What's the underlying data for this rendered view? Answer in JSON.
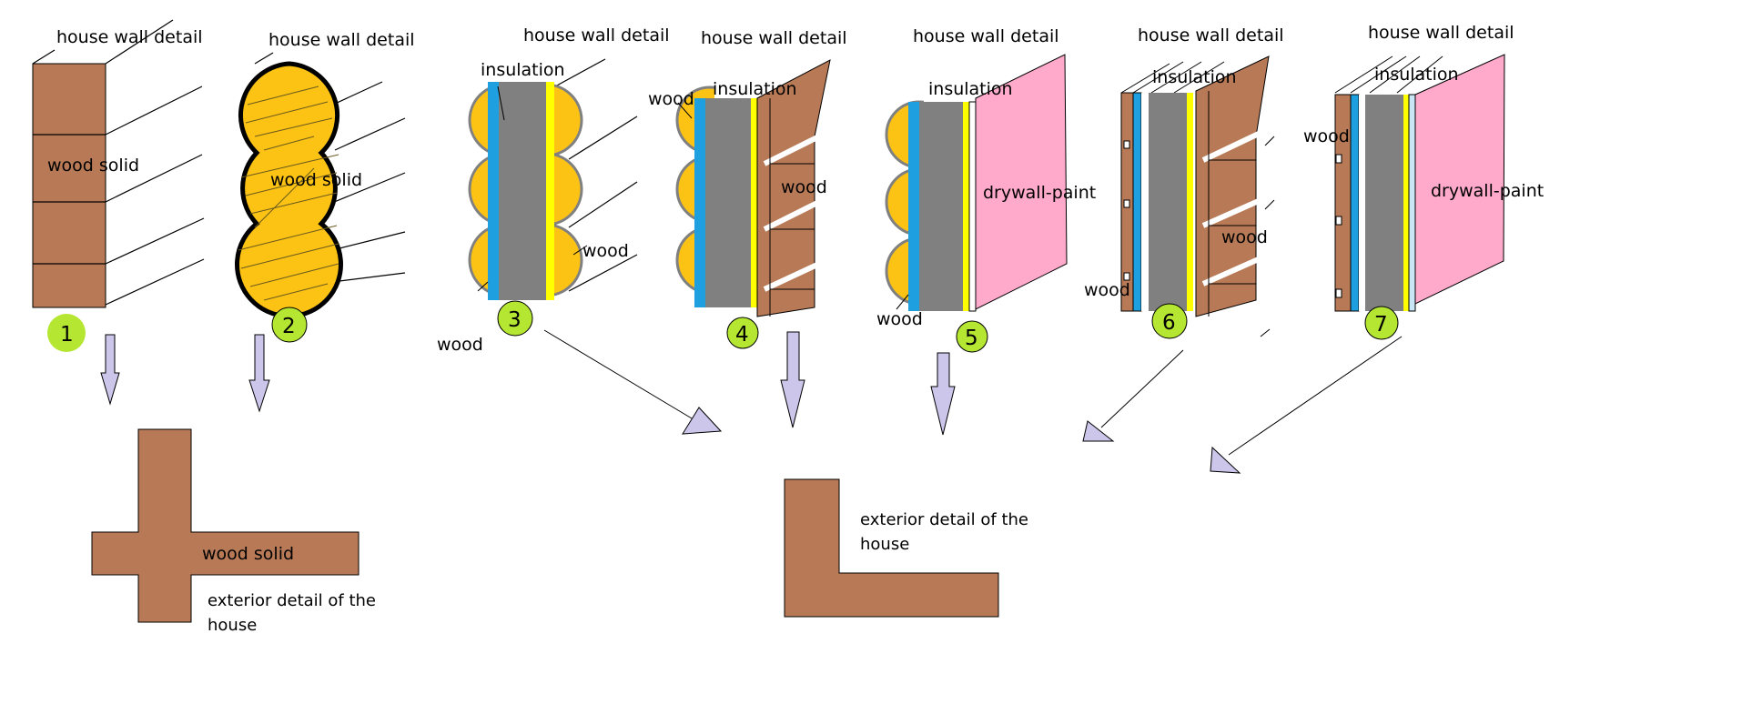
{
  "wall_label": "house wall detail",
  "insulation": "insulation",
  "wood": "wood",
  "wood_solid": "wood solid",
  "drywall": "drywall-paint",
  "exterior_line1": "exterior detail of the",
  "exterior_line2": "house",
  "numbers": [
    "1",
    "2",
    "3",
    "4",
    "5",
    "6",
    "7"
  ],
  "colors": {
    "wood": "#b87a56",
    "log": "#fcc314",
    "insulation": "#808080",
    "vapor": "#1ea0e0",
    "membrane": "#ffff00",
    "drywall": "#ffaacb",
    "badge": "#b4e632",
    "arrow": "#ccc6eb"
  }
}
